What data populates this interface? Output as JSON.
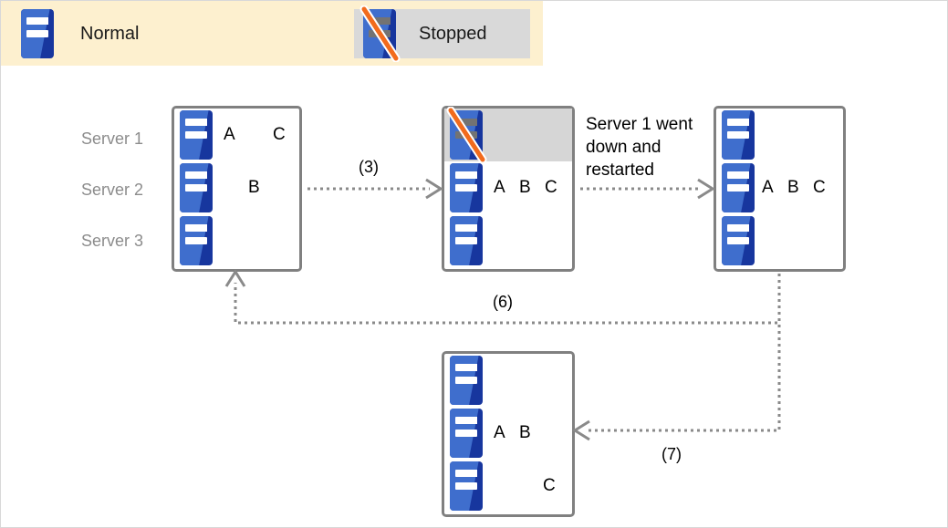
{
  "legend": {
    "normal": {
      "label": "Normal",
      "icon": "server-icon"
    },
    "stopped": {
      "label": "Stopped",
      "icon": "server-stopped-icon"
    }
  },
  "side_labels": [
    {
      "label": "Server 1"
    },
    {
      "label": "Server 2"
    },
    {
      "label": "Server 3"
    }
  ],
  "boxes": {
    "box1": {
      "name": "initial-state",
      "rows": [
        {
          "state": "normal",
          "items": [
            "A",
            "C"
          ]
        },
        {
          "state": "normal",
          "items": [
            "B"
          ]
        },
        {
          "state": "normal",
          "items": []
        }
      ]
    },
    "box2": {
      "name": "server1-down-state",
      "rows": [
        {
          "state": "stopped",
          "items": []
        },
        {
          "state": "normal",
          "items": [
            "A",
            "B",
            "C"
          ]
        },
        {
          "state": "normal",
          "items": []
        }
      ]
    },
    "box3": {
      "name": "server1-restarted-state",
      "rows": [
        {
          "state": "normal",
          "items": []
        },
        {
          "state": "normal",
          "items": [
            "A",
            "B",
            "C"
          ]
        },
        {
          "state": "normal",
          "items": []
        }
      ]
    },
    "box4": {
      "name": "rebalanced-state",
      "rows": [
        {
          "state": "normal",
          "items": []
        },
        {
          "state": "normal",
          "items": [
            "A",
            "B"
          ]
        },
        {
          "state": "normal",
          "items": [
            "C"
          ]
        }
      ]
    }
  },
  "annotation": "Server 1 went\ndown and\nrestarted",
  "edges": {
    "e3": "(3)",
    "e6": "(6)",
    "e7": "(7)"
  },
  "colors": {
    "legend_band": "#fdf0cf",
    "legend_stopped_band": "#d9d9d9",
    "box_border": "#808080",
    "row_down": "#d6d6d6",
    "server_blue": "#17369e",
    "server_blue_light": "#3f6ecd",
    "slash_orange": "#f26b1d",
    "connector_gray": "#8a8a8a",
    "side_label_gray": "#8c8c8c"
  }
}
